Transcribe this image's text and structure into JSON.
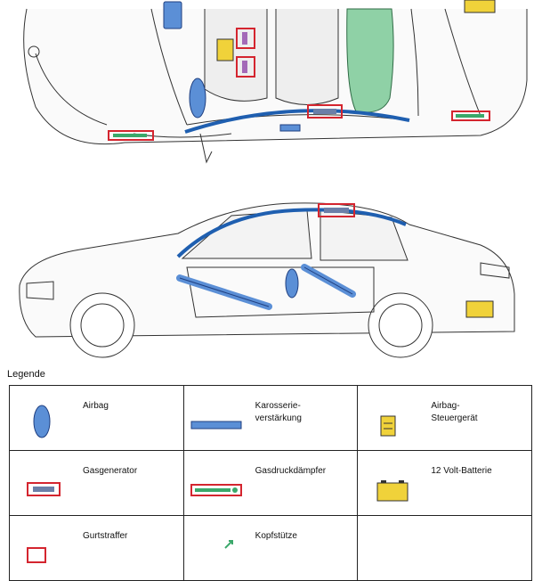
{
  "legend": {
    "title": "Legende",
    "items": [
      {
        "id": "airbag",
        "label": "Airbag"
      },
      {
        "id": "karosserie",
        "label": "Karosserie-\nverstärkung"
      },
      {
        "id": "steuergeraet",
        "label": "Airbag-\nSteuergerät"
      },
      {
        "id": "gasgenerator",
        "label": "Gasgenerator"
      },
      {
        "id": "gasdruck",
        "label": "Gasdruckdämpfer"
      },
      {
        "id": "batterie",
        "label": "12 Volt-Batterie"
      },
      {
        "id": "row3a",
        "label": "Gurtstraffer"
      },
      {
        "id": "row3b",
        "label": "Kopfstütze"
      }
    ]
  },
  "colors": {
    "airbag_fill": "#5b8fd6",
    "reinforcement": "#1f5fb0",
    "generator_outline": "#d4252f",
    "damper_fill": "#3aa86a",
    "battery_fill": "#f0d23a",
    "rear_airbag_fill": "#8fd1a6"
  }
}
